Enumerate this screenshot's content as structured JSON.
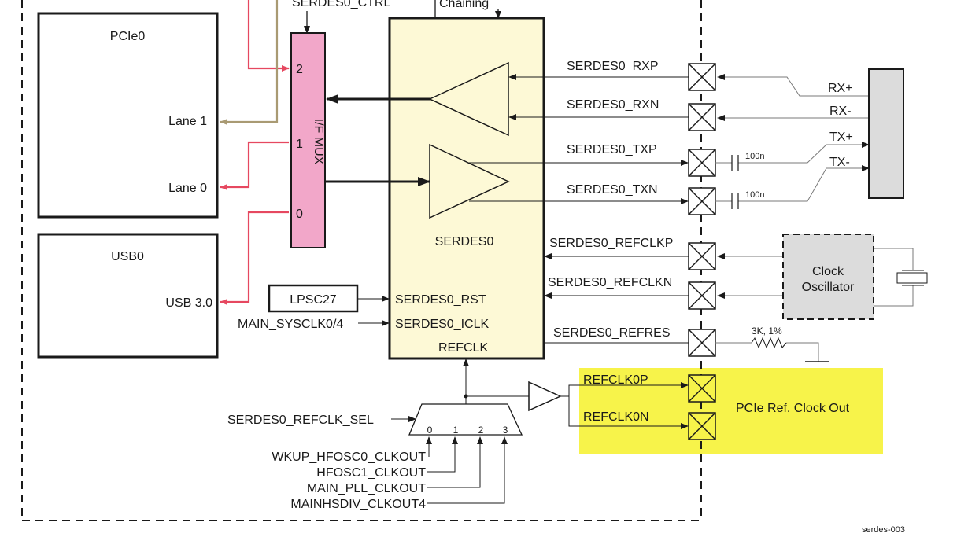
{
  "colors": {
    "pink_fill": "#f2a7c9",
    "serdes_fill": "#fdf9d6",
    "yellow_region": "#f7f34a",
    "pink_line": "#e64860",
    "olive_line": "#a99a73",
    "gray_block": "#dcdcdc"
  },
  "top": {
    "serdes_ctrl": "SERDES0_CTRL",
    "chaining": "Chaining"
  },
  "pcie0": {
    "title": "PCIe0",
    "lane1": "Lane 1",
    "lane0": "Lane 0"
  },
  "usb0": {
    "title": "USB0",
    "usb3": "USB 3.0"
  },
  "mux": {
    "label": "I/F MUX",
    "in2": "2",
    "in1": "1",
    "in0": "0"
  },
  "serdes": {
    "title": "SERDES0",
    "rst": "SERDES0_RST",
    "iclk": "SERDES0_ICLK",
    "refclk": "REFCLK"
  },
  "lpsc": "LPSC27",
  "sysclk": "MAIN_SYSCLK0/4",
  "signals": {
    "rxp": "SERDES0_RXP",
    "rxn": "SERDES0_RXN",
    "txp": "SERDES0_TXP",
    "txn": "SERDES0_TXN",
    "refclkp": "SERDES0_REFCLKP",
    "refclkn": "SERDES0_REFCLKN",
    "refres": "SERDES0_REFRES"
  },
  "connector": {
    "rxp": "RX+",
    "rxn": "RX-",
    "txp": "TX+",
    "txn": "TX-"
  },
  "caps": {
    "c1": "100n",
    "c2": "100n"
  },
  "resistor": "3K, 1%",
  "oscillator": {
    "line1": "Clock",
    "line2": "Oscillator"
  },
  "refclk_out": {
    "p": "REFCLK0P",
    "n": "REFCLK0N",
    "title": "PCIe Ref. Clock Out"
  },
  "refclk_sel": {
    "label": "SERDES0_REFCLK_SEL",
    "in0": "0",
    "in1": "1",
    "in2": "2",
    "in3": "3"
  },
  "clk_sources": {
    "s0": "WKUP_HFOSC0_CLKOUT",
    "s1": "HFOSC1_CLKOUT",
    "s2": "MAIN_PLL_CLKOUT",
    "s3": "MAINHSDIV_CLKOUT4"
  },
  "figure_id": "serdes-003"
}
